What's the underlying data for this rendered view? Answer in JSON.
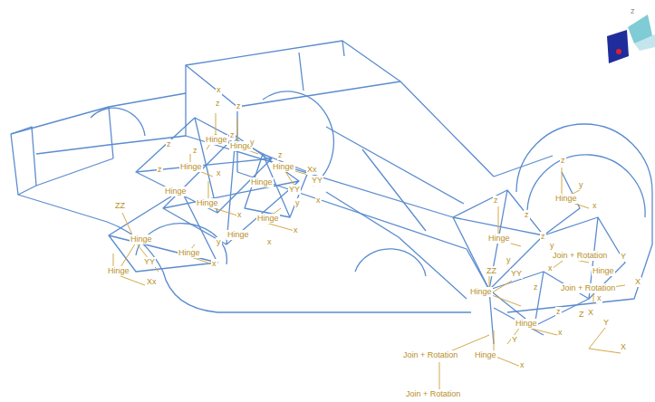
{
  "diagram": {
    "labels": [
      "z",
      "x",
      "z",
      "Hinge",
      "Hinge",
      "y",
      "z",
      "z",
      "Hinge",
      "z",
      "Hinge",
      "Xx",
      "YY",
      "z",
      "Hinge",
      "x",
      "Hinge",
      "YY",
      "y",
      "Hinge",
      "x",
      "Hinge",
      "x",
      "ZZ",
      "Hinge",
      "Hinge",
      "x",
      "y",
      "Hinge",
      "x",
      "YY",
      "x",
      "Hinge",
      "Xx",
      "z",
      "z",
      "Hinge",
      "y",
      "x",
      "z",
      "Hinge",
      "z",
      "z",
      "y",
      "x",
      "Join + Rotation",
      "Y",
      "Hinge",
      "Join + Rotation",
      "X",
      "ZZ",
      "YY",
      "Hinge",
      "z",
      "x",
      "X",
      "Z",
      "Hinge",
      "x",
      "Y",
      "X",
      "Y",
      "Join + Rotation",
      "Hinge",
      "x",
      "Join + Rotation",
      "y",
      "z",
      "z"
    ]
  }
}
